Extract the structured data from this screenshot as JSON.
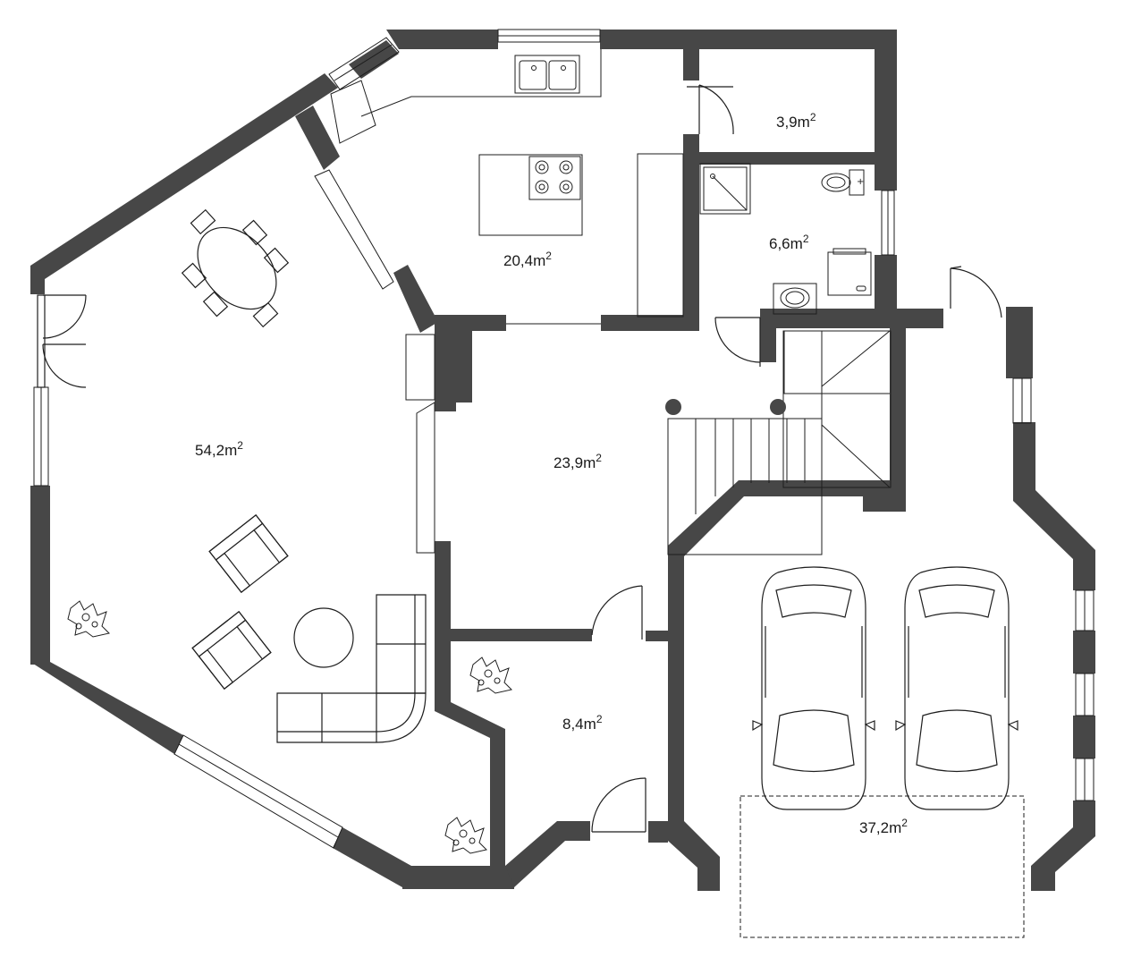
{
  "colors": {
    "wall": "#474747",
    "line": "#1e1e1e",
    "background": "#ffffff"
  },
  "rooms": [
    {
      "id": "living",
      "area": "54,2",
      "unit": "m",
      "sup": "2"
    },
    {
      "id": "kitchen",
      "area": "20,4",
      "unit": "m",
      "sup": "2"
    },
    {
      "id": "storage",
      "area": "3,9",
      "unit": "m",
      "sup": "2"
    },
    {
      "id": "bathroom",
      "area": "6,6",
      "unit": "m",
      "sup": "2"
    },
    {
      "id": "hall",
      "area": "23,9",
      "unit": "m",
      "sup": "2"
    },
    {
      "id": "entry",
      "area": "8,4",
      "unit": "m",
      "sup": "2"
    },
    {
      "id": "garage",
      "area": "37,2",
      "unit": "m",
      "sup": "2"
    }
  ],
  "icons": [
    "sink-icon",
    "stove-icon",
    "toilet-icon",
    "shower-icon",
    "washbasin-icon",
    "car-icon",
    "armchair-icon",
    "plant-icon",
    "staircase-icon",
    "dining-table-icon",
    "sofa-icon",
    "column-icon"
  ]
}
